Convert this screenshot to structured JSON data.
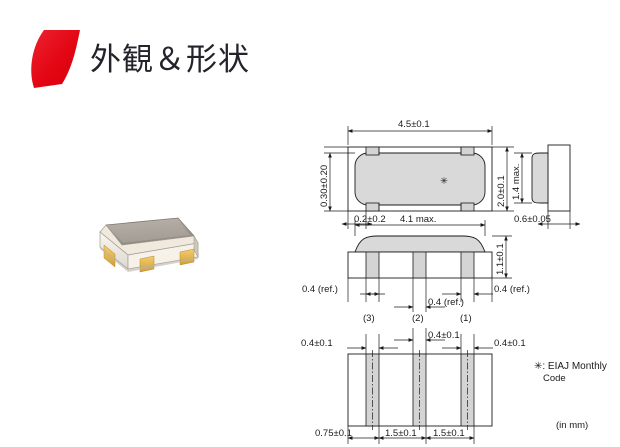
{
  "header": {
    "title": "外観＆形状",
    "logo_color": "#e8192c",
    "logo_name": "red-leaf-logo"
  },
  "photo": {
    "alt": "smd-crystal-resonator-photo",
    "lid_color": "#a9a49c",
    "body_color": "#f2efe9",
    "pad_color": "#e8b84b"
  },
  "drawing": {
    "line_color": "#1b1b1b",
    "fill_color": "#d8d8d8",
    "body_fill": "#d9d9d9",
    "views": {
      "top": {
        "name": "top-view",
        "dim_width": "4.5±0.1",
        "dim_height": "2.0±0.1",
        "dim_pad_left_vertical": "0.30±0.20",
        "dim_pad_offset": "0.2±0.2",
        "mark_symbol": "✳"
      },
      "side": {
        "name": "side-view",
        "dim_height": "1.4 max.",
        "dim_width": "0.6±0.05"
      },
      "front": {
        "name": "front-view",
        "dim_width": "4.1 max.",
        "dim_height": "1.1±0.1",
        "dim_ref_left": "0.4 (ref.)",
        "dim_ref_center": "0.4 (ref.)",
        "dim_ref_right": "0.4 (ref.)",
        "pin_labels": [
          "(3)",
          "(2)",
          "(1)"
        ]
      },
      "bottom": {
        "name": "bottom-view",
        "dim_pad_left": "0.4±0.1",
        "dim_pad_center": "0.4±0.1",
        "dim_pad_right": "0.4±0.1",
        "dim_edge": "0.75±0.1",
        "dim_pitch_1": "1.5±0.1",
        "dim_pitch_2": "1.5±0.1"
      }
    }
  },
  "notes": {
    "star_note_prefix": "✳: EIAJ Monthly",
    "star_note_second_line": "Code",
    "unit": "(in mm)"
  }
}
